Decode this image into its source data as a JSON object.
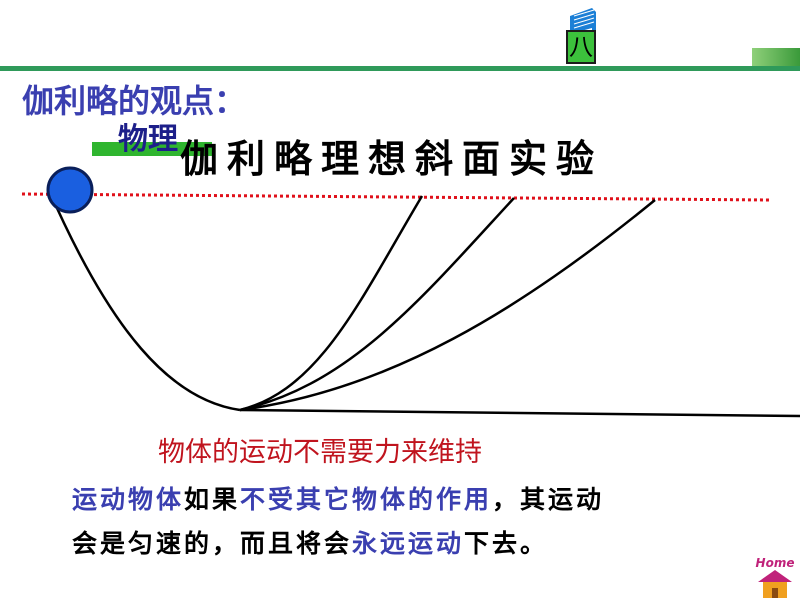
{
  "header": {
    "chapter_label": "八",
    "heading": "伽利略的观点：",
    "subject": "物理",
    "experiment_title": "伽利略理想斜面实验"
  },
  "conclusion": "物体的运动不需要力来维持",
  "paragraph": {
    "line1": [
      {
        "text": "运动物体",
        "emphasis": true
      },
      {
        "text": "如果",
        "emphasis": false
      },
      {
        "text": "不受其它物体的作用",
        "emphasis": true
      },
      {
        "text": "，其运动",
        "emphasis": false
      }
    ],
    "line2": [
      {
        "text": "会是匀速的，而且将会",
        "emphasis": false
      },
      {
        "text": "永远运动",
        "emphasis": true
      },
      {
        "text": "下去。",
        "emphasis": false
      }
    ]
  },
  "nav": {
    "home_label": "Home"
  },
  "colors": {
    "accent_blue": "#3a3fb0",
    "accent_green": "#2fb52f",
    "conclusion_red": "#c0141e",
    "dotted_line_red": "#e0101a",
    "ball_blue": "#1a5fe0",
    "ball_outline": "#0a1f5a"
  }
}
